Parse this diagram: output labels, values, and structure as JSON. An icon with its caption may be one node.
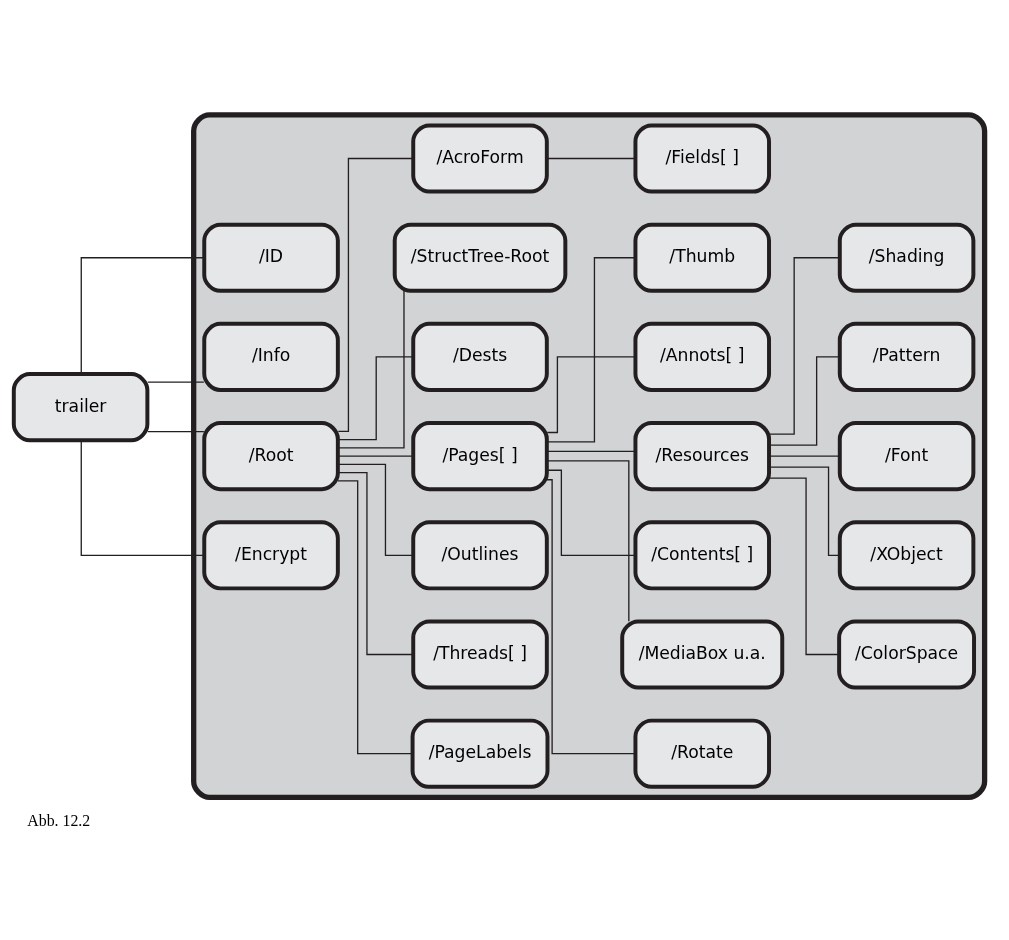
{
  "diagram": {
    "caption": "Abb. 12.2",
    "nodes": [
      {
        "text": [],
        "shape": "box"
      },
      {
        "text": [
          "trailer"
        ]
      },
      {
        "text": [
          "/ID"
        ],
        "in": 0
      },
      {
        "text": [
          "/Info"
        ],
        "in": 0
      },
      {
        "text": [
          "/Root"
        ],
        "in": 0
      },
      {
        "text": [
          "/Encrypt"
        ],
        "in": 0
      },
      {
        "text": [
          "/PageLabels"
        ],
        "in": 0
      },
      {
        "text": [
          "/Threads[ ]"
        ],
        "in": 0
      },
      {
        "text": [
          "/Outlines"
        ],
        "in": 0
      },
      {
        "text": [
          "/Pages[ ]"
        ],
        "in": 0
      },
      {
        "text": [
          "/Dests"
        ],
        "in": 0
      },
      {
        "text": [
          "/StructTree-Root"
        ],
        "in": 0
      },
      {
        "text": [
          "/AcroForm"
        ],
        "in": 0
      },
      {
        "text": [
          "/Rotate"
        ],
        "in": 0
      },
      {
        "text": [
          "/MediaBox u.a."
        ],
        "in": 0
      },
      {
        "text": [
          "/Contents[ ]"
        ],
        "in": 0
      },
      {
        "text": [
          "/Resources"
        ],
        "in": 0
      },
      {
        "text": [
          "/Annots[ ]"
        ],
        "in": 0
      },
      {
        "text": [
          "/Thumb"
        ],
        "in": 0
      },
      {
        "text": [
          "/Fields[ ]"
        ],
        "in": 0
      },
      {
        "text": [
          "/ColorSpace"
        ],
        "in": 0
      },
      {
        "text": [
          "/XObject"
        ],
        "in": 0
      },
      {
        "text": [
          "/Font"
        ],
        "in": 0
      },
      {
        "text": [
          "/Pattern"
        ],
        "in": 0
      },
      {
        "text": [
          "/Shading"
        ],
        "in": 0
      }
    ],
    "edges": [
      {
        "from": 1,
        "to": 2,
        "arrow": "none"
      },
      {
        "from": 1,
        "to": 3,
        "arrow": "none"
      },
      {
        "from": 1,
        "to": 4,
        "arrow": "none"
      },
      {
        "from": 1,
        "to": 5,
        "arrow": "none"
      },
      {
        "from": 4,
        "to": 6,
        "arrow": "none"
      },
      {
        "from": 4,
        "to": 7,
        "arrow": "none"
      },
      {
        "from": 4,
        "to": 8,
        "arrow": "none"
      },
      {
        "from": 4,
        "to": 9,
        "arrow": "none"
      },
      {
        "from": 4,
        "to": 10,
        "arrow": "none"
      },
      {
        "from": 4,
        "to": 11,
        "arrow": "none"
      },
      {
        "from": 4,
        "to": 12,
        "arrow": "none"
      },
      {
        "from": 9,
        "to": 13,
        "arrow": "none"
      },
      {
        "from": 9,
        "to": 14,
        "arrow": "none"
      },
      {
        "from": 9,
        "to": 15,
        "arrow": "none"
      },
      {
        "from": 9,
        "to": 16,
        "arrow": "none"
      },
      {
        "from": 9,
        "to": 17,
        "arrow": "none"
      },
      {
        "from": 9,
        "to": 18,
        "arrow": "none"
      },
      {
        "from": 12,
        "to": 19,
        "arrow": "none"
      },
      {
        "from": 16,
        "to": 20,
        "arrow": "none"
      },
      {
        "from": 16,
        "to": 21,
        "arrow": "none"
      },
      {
        "from": 16,
        "to": 22,
        "arrow": "none"
      },
      {
        "from": 16,
        "to": 23,
        "arrow": "none"
      },
      {
        "from": 16,
        "to": 24,
        "arrow": "none"
      }
    ]
  }
}
